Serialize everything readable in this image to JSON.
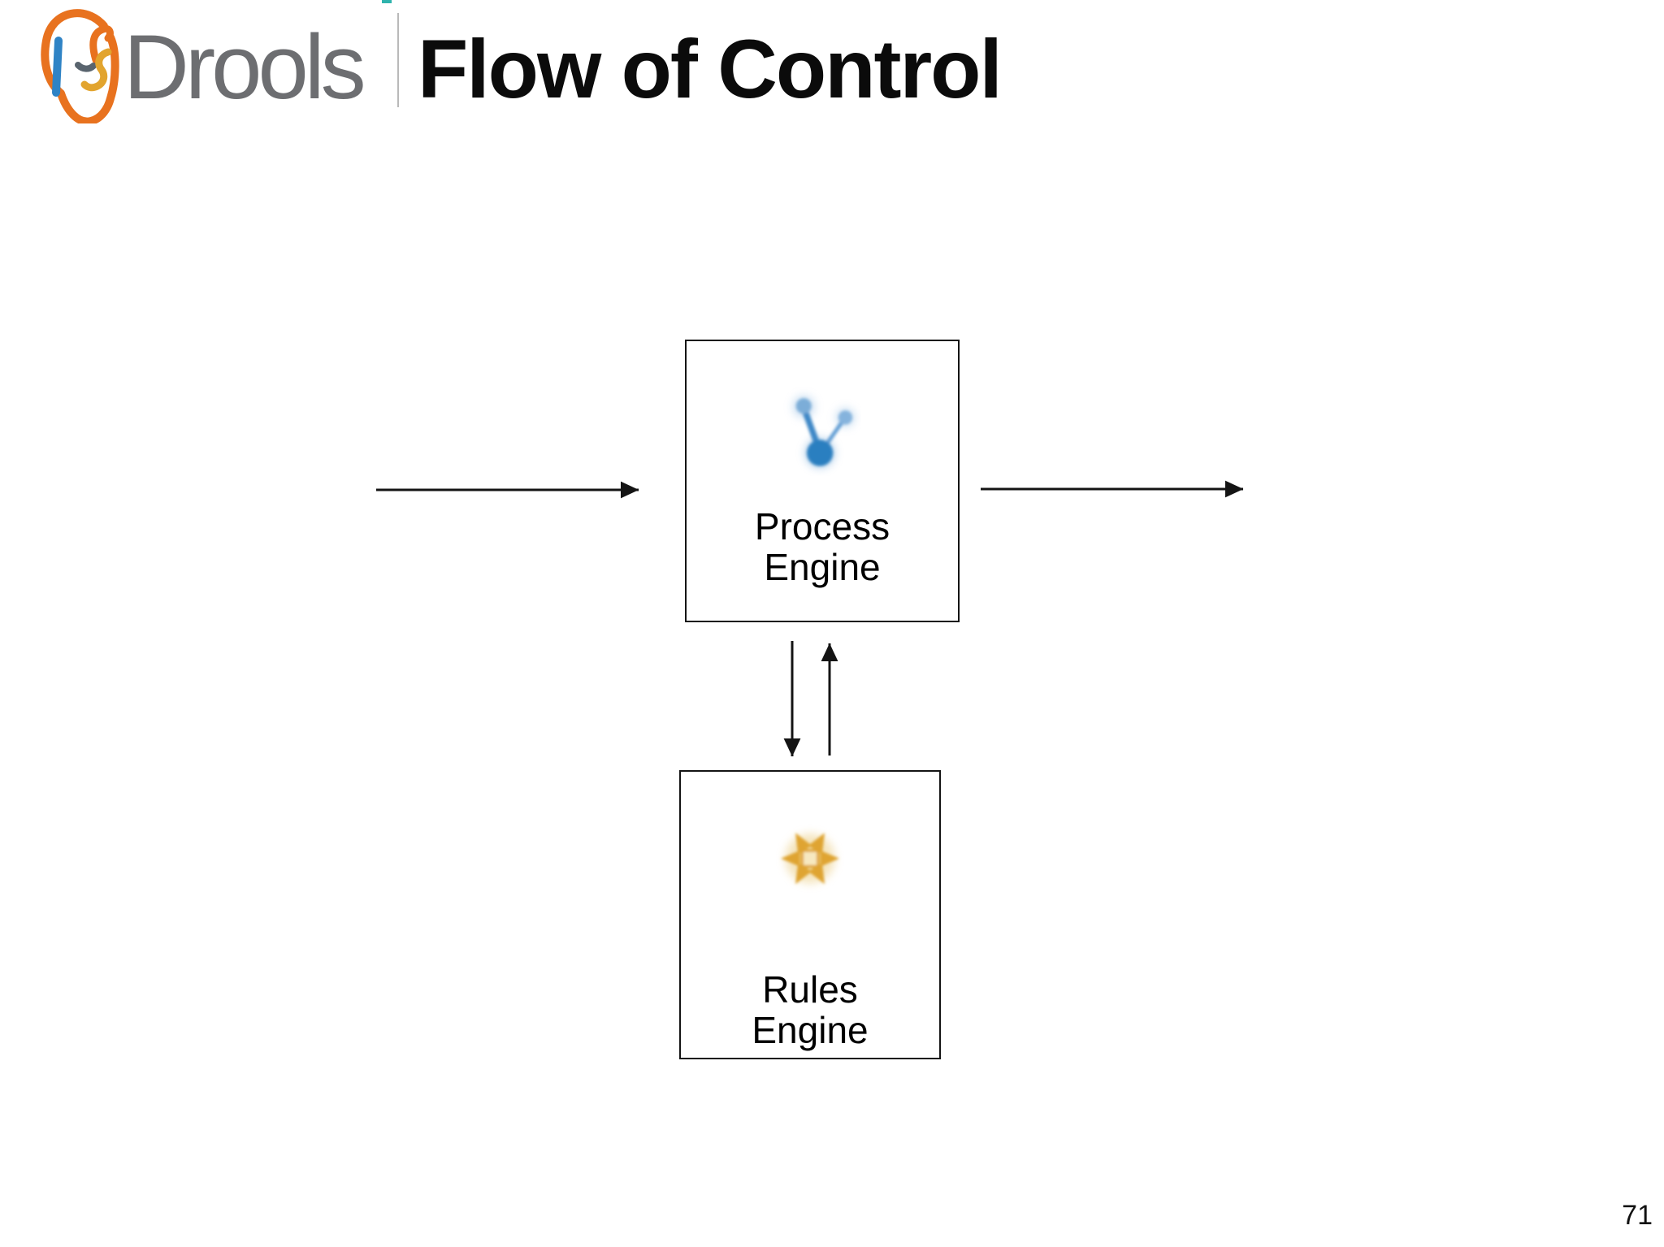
{
  "slide": {
    "brand": "Drools",
    "title": "Flow of Control",
    "page_number": "71"
  },
  "diagram": {
    "process_box": {
      "label": "Process\nEngine",
      "icon": "process-flow-icon"
    },
    "rules_box": {
      "label": "Rules\nEngine",
      "icon": "rules-asterisk-icon"
    },
    "arrows": [
      {
        "name": "inbound-arrow",
        "direction": "right",
        "to": "process-engine"
      },
      {
        "name": "outbound-arrow",
        "direction": "right",
        "from": "process-engine"
      },
      {
        "name": "process-to-rules-arrow",
        "direction": "down"
      },
      {
        "name": "rules-to-process-arrow",
        "direction": "up"
      }
    ],
    "colors": {
      "box_border": "#141414",
      "arrow": "#141414",
      "process_icon_blue": "#2b7fc0",
      "process_icon_light_blue": "#7badd8",
      "rules_icon_gold": "#dfa430",
      "rules_icon_halo": "#f0d9a0",
      "logo_orange": "#e8721f",
      "logo_blue": "#2f83c5",
      "logo_yellow": "#e2a42e",
      "logo_eye_gray": "#59646e",
      "brand_gray": "#6d6e71"
    }
  }
}
